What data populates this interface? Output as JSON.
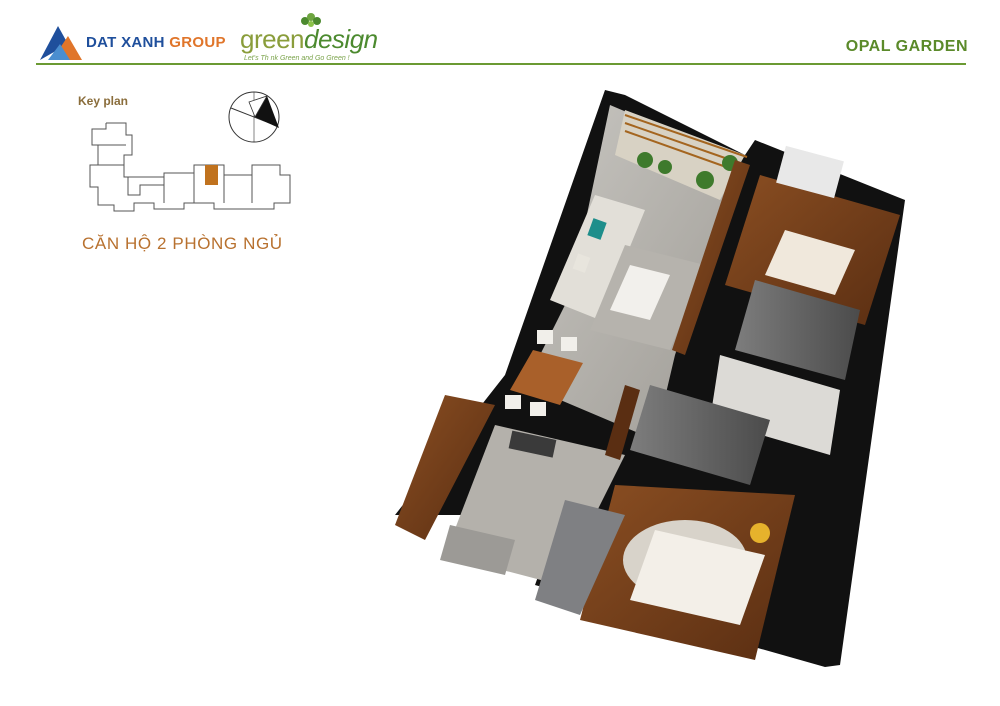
{
  "brand": {
    "company": "DAT XANH",
    "company_suffix": "GROUP",
    "partner_a": "green",
    "partner_b": "design",
    "partner_tagline": "Let's Th nk Green and Go Green !"
  },
  "project": {
    "name": "OPAL GARDEN"
  },
  "keyplan": {
    "label": "Key plan"
  },
  "apartment": {
    "title": "CĂN HỘ 2 PHÒNG NGỦ"
  },
  "colors": {
    "brand_blue": "#1f4f9c",
    "brand_orange": "#e0752a",
    "green_accent": "#6b9a33",
    "title_brown": "#b8712f",
    "highlight_unit": "#c0721e"
  },
  "icons": [
    "dat-xanh-logo-icon",
    "leaf-logo-icon",
    "compass-icon",
    "keyplan-map",
    "floorplan-render"
  ]
}
